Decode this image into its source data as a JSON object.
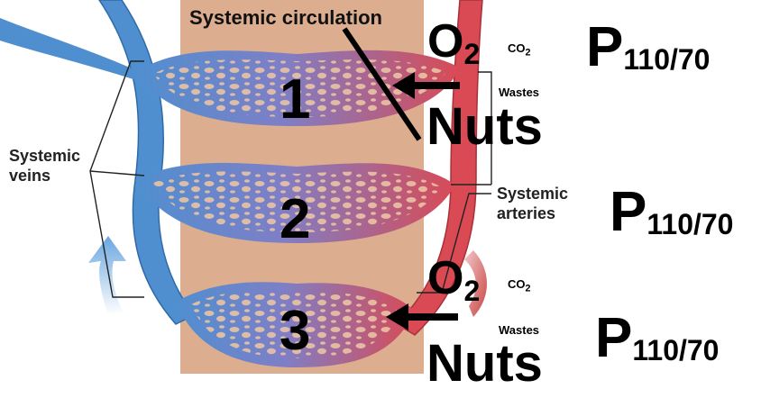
{
  "title": "Systemic circulation",
  "labels": {
    "veins": "Systemic veins",
    "arteries": "Systemic arteries"
  },
  "beds": [
    {
      "number": "1"
    },
    {
      "number": "2"
    },
    {
      "number": "3"
    }
  ],
  "exchange": [
    {
      "o2": "O",
      "o2_sub": "2",
      "co2": "CO",
      "co2_sub": "2",
      "wastes": "Wastes",
      "nutrients": "Nuts"
    },
    {
      "o2": "O",
      "o2_sub": "2",
      "co2": "CO",
      "co2_sub": "2",
      "wastes": "Wastes",
      "nutrients": "Nuts"
    }
  ],
  "pressure": [
    {
      "letter": "P",
      "value": "110/70"
    },
    {
      "letter": "P",
      "value": "110/70"
    },
    {
      "letter": "P",
      "value": "110/70"
    }
  ],
  "colors": {
    "vein_blue": "#4f8fd0",
    "artery_red": "#d94a55",
    "tissue_bg": "#dcae8f",
    "arrow_blue": "#7fb2e5"
  }
}
